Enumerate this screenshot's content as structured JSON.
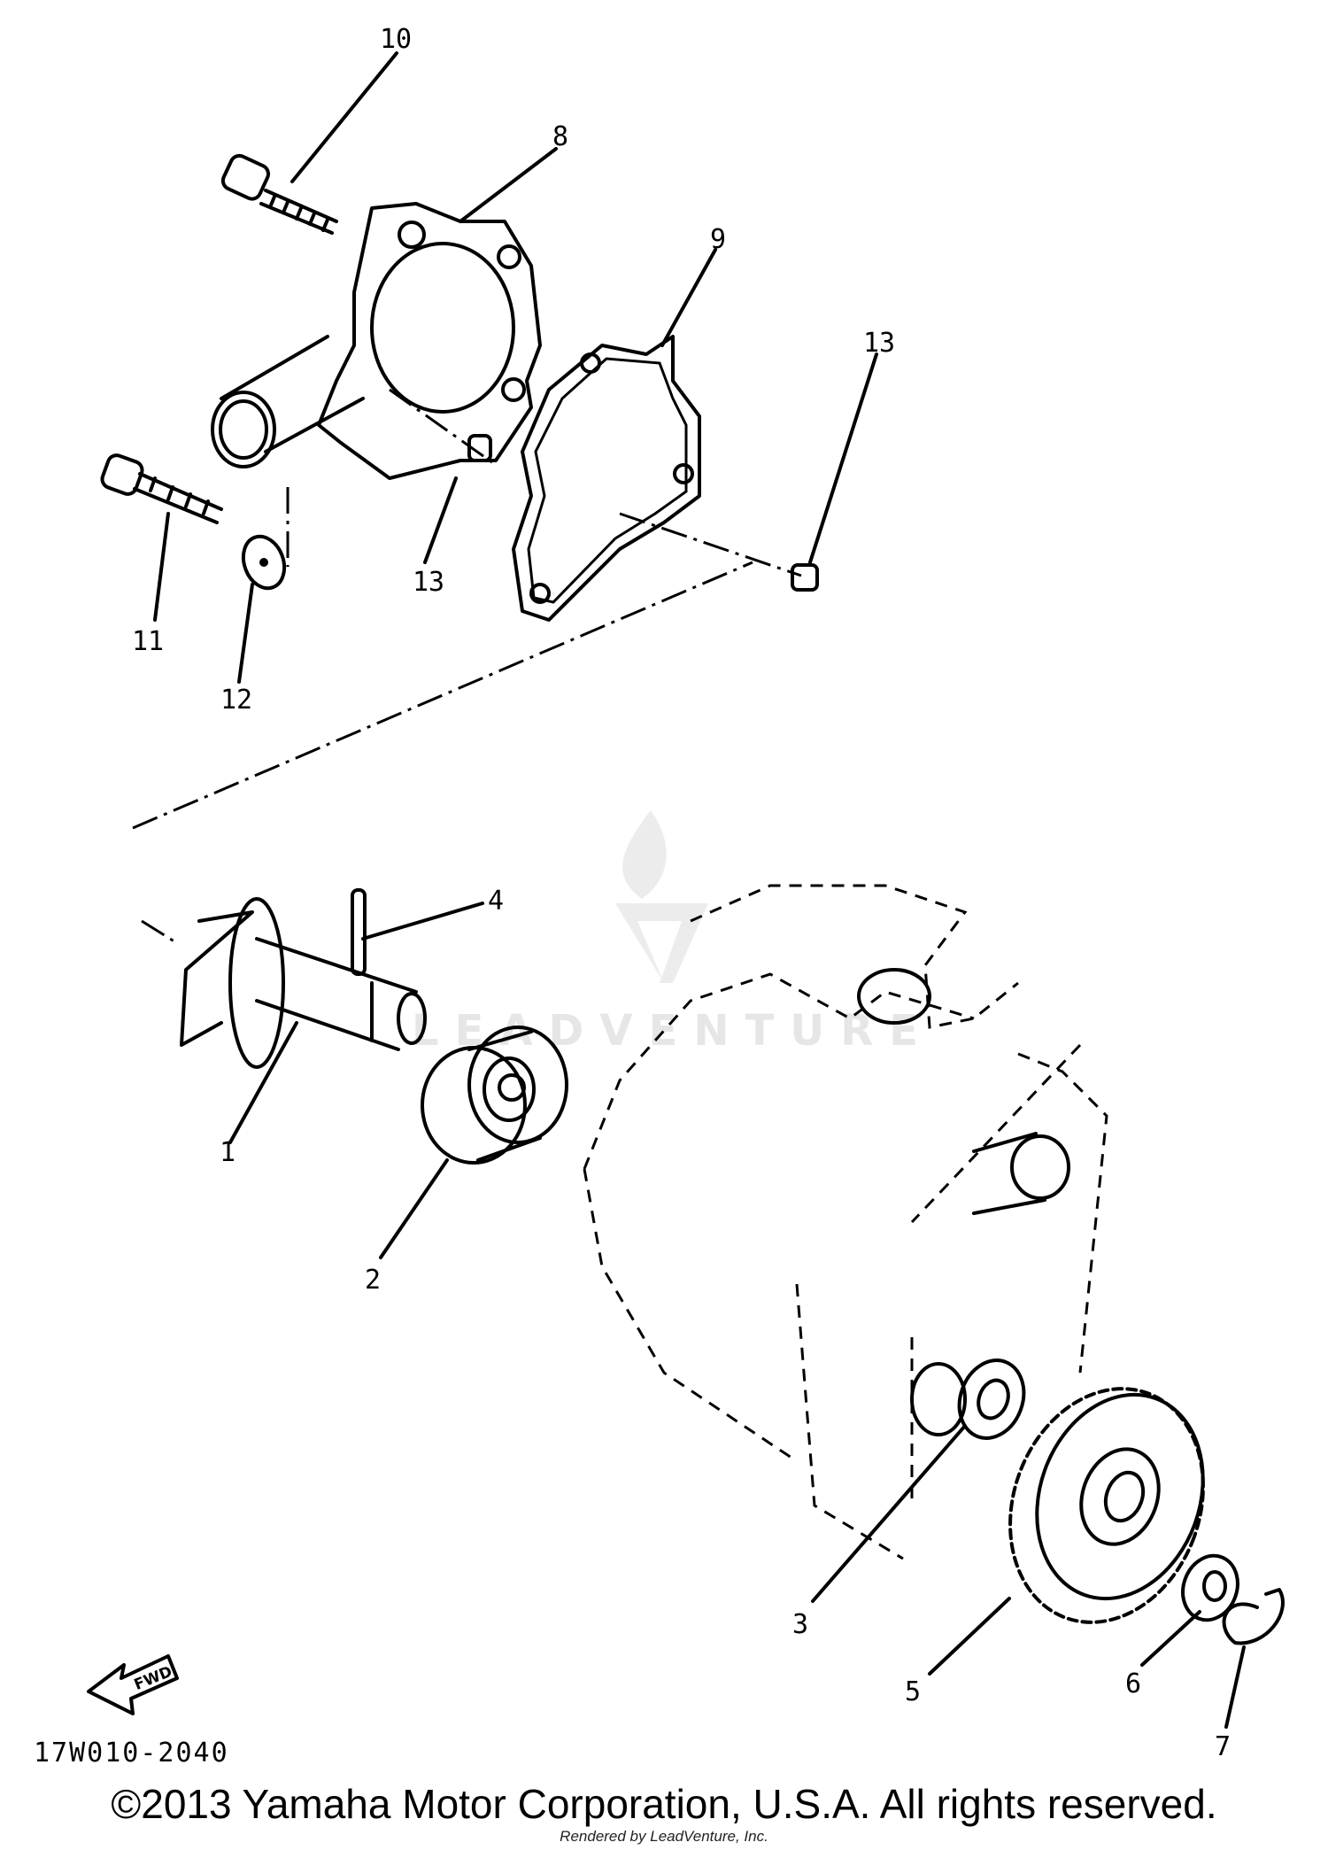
{
  "diagram": {
    "callouts": [
      {
        "number": "10",
        "part": "bolt-long"
      },
      {
        "number": "8",
        "part": "pump-housing"
      },
      {
        "number": "9",
        "part": "gasket"
      },
      {
        "number": "13",
        "part": "dowel-pin"
      },
      {
        "number": "13",
        "part": "dowel-pin"
      },
      {
        "number": "11",
        "part": "bolt"
      },
      {
        "number": "12",
        "part": "washer"
      },
      {
        "number": "4",
        "part": "pin"
      },
      {
        "number": "1",
        "part": "impeller-shaft"
      },
      {
        "number": "2",
        "part": "bearing-seal"
      },
      {
        "number": "3",
        "part": "washer"
      },
      {
        "number": "5",
        "part": "drive-gear"
      },
      {
        "number": "6",
        "part": "washer"
      },
      {
        "number": "7",
        "part": "circlip"
      }
    ],
    "fwd_label": "FWD",
    "part_code": "17W010-2040",
    "watermark": "LEADVENTURE"
  },
  "footer": {
    "copyright": "©2013 Yamaha Motor Corporation, U.S.A. All rights reserved.",
    "rendered_by": "Rendered by LeadVenture, Inc."
  }
}
